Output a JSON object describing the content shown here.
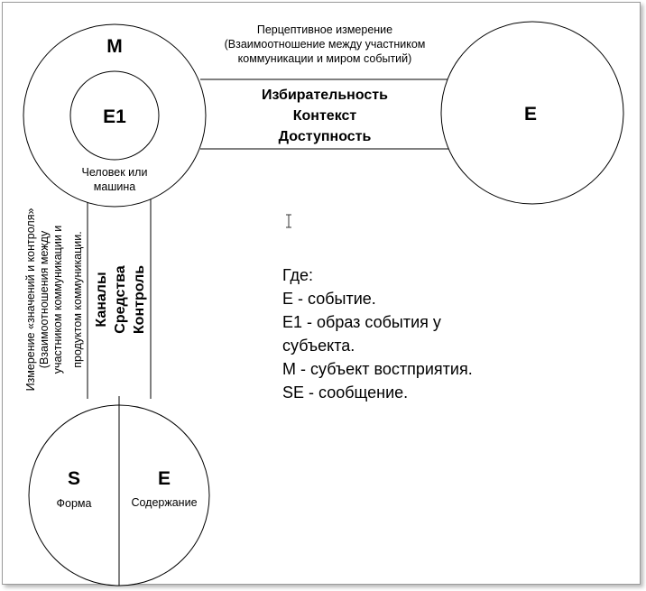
{
  "nodes": {
    "m_label": "M",
    "e1_label": "E1",
    "m_caption_1": "Человек или",
    "m_caption_2": "машина",
    "e_label": "E",
    "s_label": "S",
    "s_caption": "Форма",
    "se_e_label": "E",
    "se_e_caption": "Содержание"
  },
  "horizontal_link": {
    "title_lines": [
      "Перцептивное измерение",
      "(Взаимоотношение между участником",
      "коммуникации и миром событий)"
    ],
    "band_lines": [
      "Избирательность",
      "Контекст",
      "Доступность"
    ]
  },
  "vertical_link": {
    "title_lines": [
      "Измерение «значений и контроля»",
      "(Взаимоотношения между",
      "участником коммуникации и",
      "продуктом коммуникации."
    ],
    "band_lines": [
      "Каналы",
      "Средства",
      "Контроль"
    ]
  },
  "legend": {
    "heading": "Где:",
    "items": [
      "Е - событие.",
      "Е1 - образ события у",
      "субъекта.",
      "М - субъект востприятия.",
      "SE - сообщение."
    ]
  }
}
